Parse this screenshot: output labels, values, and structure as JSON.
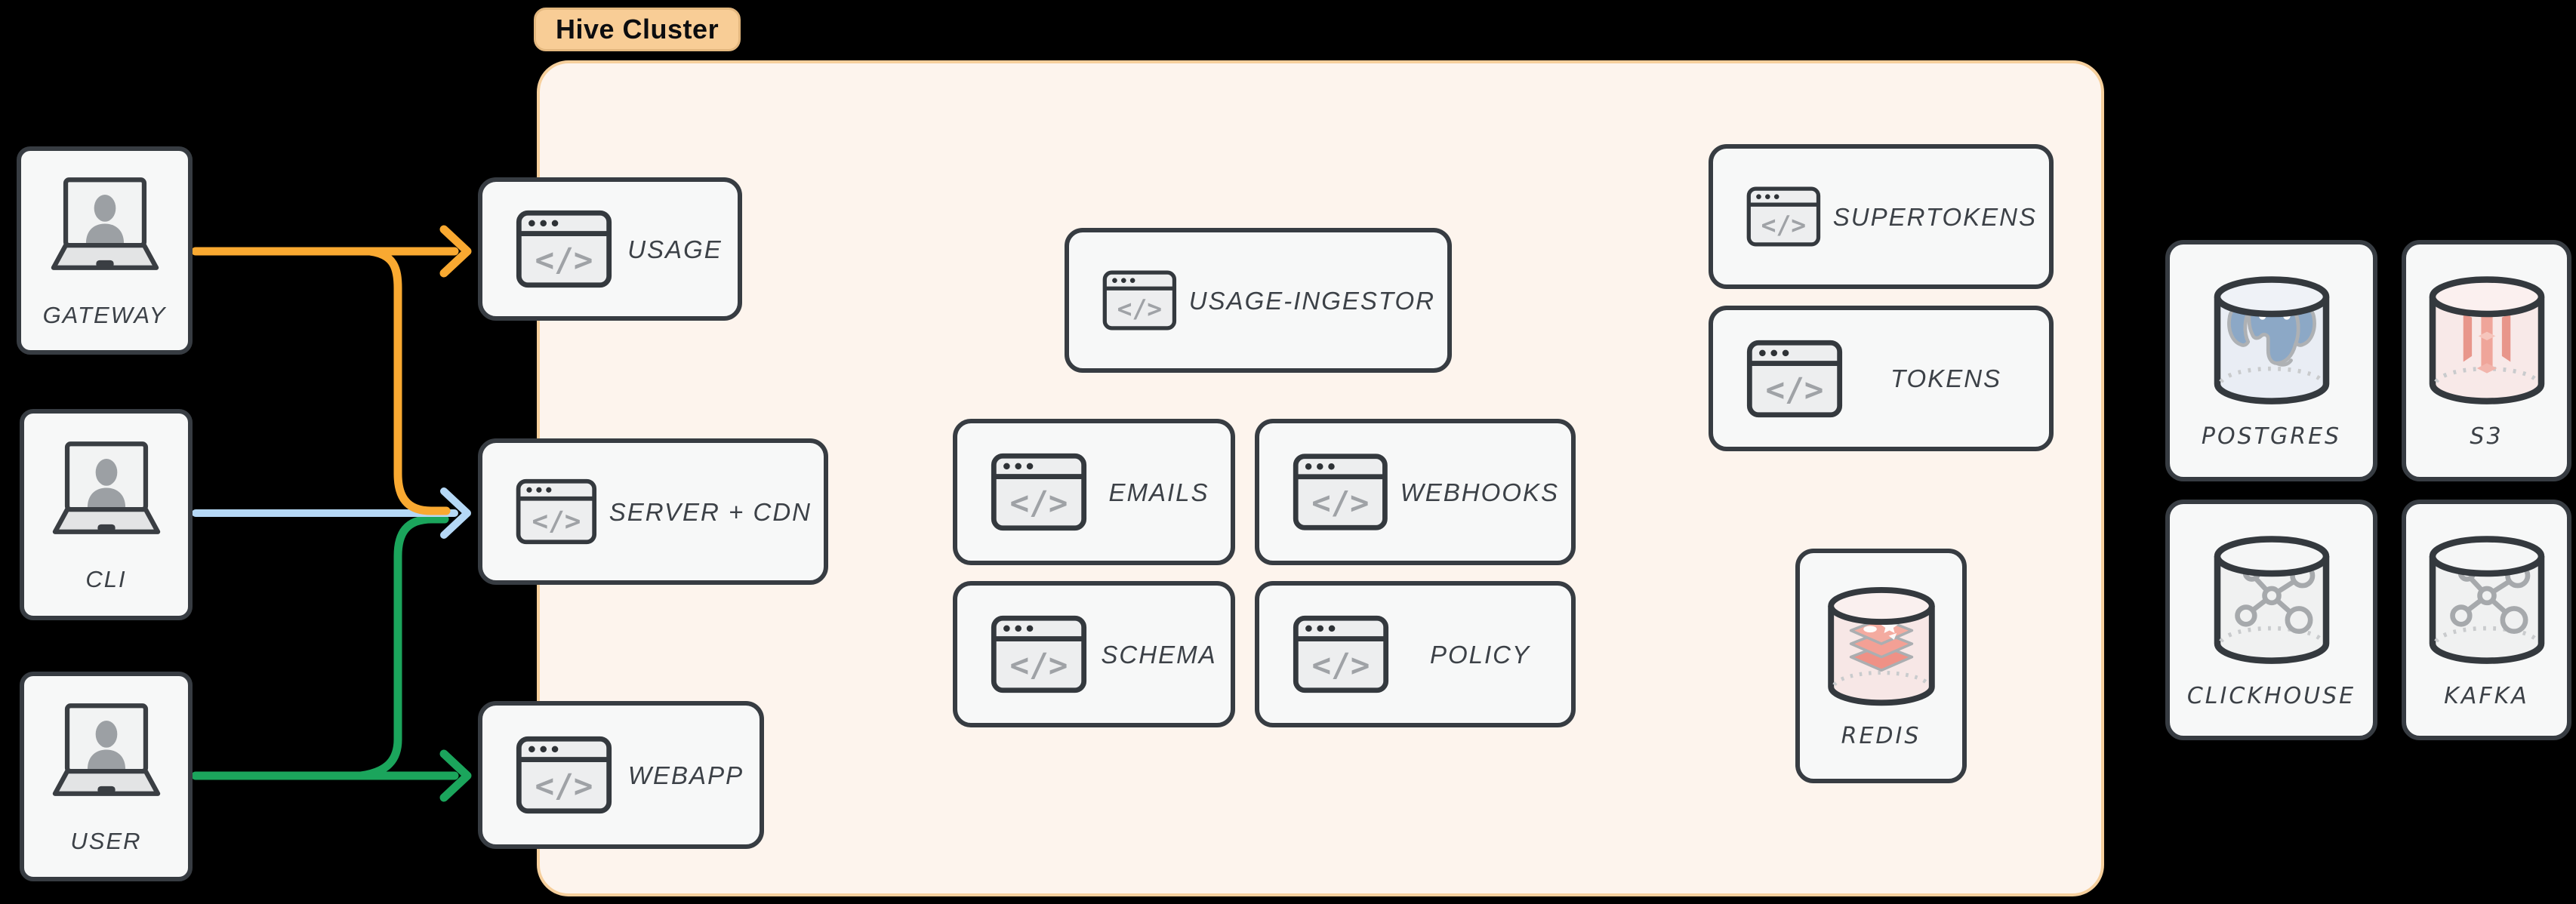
{
  "cluster": {
    "label": "Hive Cluster",
    "badge_bg": "#F8CD96",
    "bg": "#FDF4ED",
    "border_color": "#F6CF9C"
  },
  "colors": {
    "card_bg": "#F7F8F8",
    "card_border": "#373C42",
    "label_text": "#3C4147",
    "icon_gray": "#9CA0A4",
    "arrow_orange": "#F9A931",
    "arrow_blue": "#B5D8F6",
    "arrow_green": "#1BA55C"
  },
  "glyphs": {
    "code": "</>"
  },
  "actors": [
    {
      "label": "GATEWAY"
    },
    {
      "label": "CLI"
    },
    {
      "label": "USER"
    }
  ],
  "services": {
    "usage": {
      "label": "USAGE"
    },
    "server_cdn": {
      "label": "SERVER + CDN"
    },
    "webapp": {
      "label": "WEBAPP"
    },
    "usage_ingestor": {
      "label": "USAGE-INGESTOR"
    },
    "emails": {
      "label": "EMAILS"
    },
    "webhooks": {
      "label": "WEBHOOKS"
    },
    "schema": {
      "label": "SCHEMA"
    },
    "policy": {
      "label": "POLICY"
    },
    "supertokens": {
      "label": "SUPERTOKENS"
    },
    "tokens": {
      "label": "TOKENS"
    }
  },
  "datastores": {
    "redis": {
      "label": "REDIS"
    },
    "postgres": {
      "label": "POSTGRES"
    },
    "s3": {
      "label": "S3"
    },
    "clickhouse": {
      "label": "CLICKHOUSE"
    },
    "kafka": {
      "label": "KAFKA"
    }
  },
  "edges": [
    {
      "from": "GATEWAY",
      "to": "USAGE",
      "color": "orange"
    },
    {
      "from": "GATEWAY",
      "to": "SERVER + CDN",
      "color": "orange"
    },
    {
      "from": "CLI",
      "to": "SERVER + CDN",
      "color": "blue"
    },
    {
      "from": "USER",
      "to": "WEBAPP",
      "color": "green"
    },
    {
      "from": "USER",
      "to": "SERVER + CDN",
      "color": "green"
    }
  ]
}
